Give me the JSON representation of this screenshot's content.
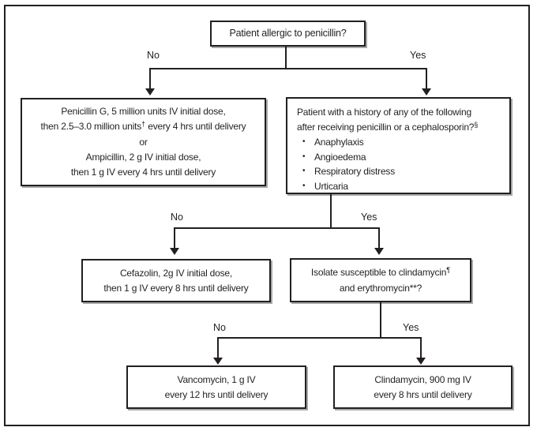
{
  "diagram": {
    "type": "flowchart",
    "labels": {
      "no": "No",
      "yes": "Yes"
    },
    "nodes": {
      "allergic_question": {
        "text": "Patient allergic to penicillin?"
      },
      "penicillin_regimen": {
        "line1": "Penicillin G, 5 million units IV initial dose,",
        "line2_pre": "then 2.5–3.0 million units",
        "line2_sup": "†",
        "line2_post": " every 4 hrs until delivery",
        "line3": "or",
        "line4": "Ampicillin, 2 g IV initial dose,",
        "line5": "then 1 g IV every 4 hrs until delivery"
      },
      "history_question": {
        "line1": "Patient with a history of any of the following",
        "line2_pre": "after receiving penicillin or a cephalosporin?",
        "line2_sup": "§",
        "bullet_char": "•",
        "bullets": [
          "Anaphylaxis",
          "Angioedema",
          "Respiratory distress",
          "Urticaria"
        ]
      },
      "cefazolin_regimen": {
        "line1": "Cefazolin, 2g IV initial dose,",
        "line2": "then 1 g IV every 8 hrs until delivery"
      },
      "susceptible_question": {
        "line1_pre": "Isolate susceptible to clindamycin",
        "line1_sup": "¶",
        "line2": "and erythromycin**?"
      },
      "vancomycin_regimen": {
        "line1": "Vancomycin, 1 g IV",
        "line2": "every 12 hrs until delivery"
      },
      "clindamycin_regimen": {
        "line1": "Clindamycin, 900 mg IV",
        "line2": "every 8 hrs until delivery"
      }
    },
    "colors": {
      "line": "#231f20",
      "box_border": "#231f20",
      "box_shadow": "#a8a8a8",
      "background": "#ffffff",
      "text": "#231f20"
    }
  }
}
